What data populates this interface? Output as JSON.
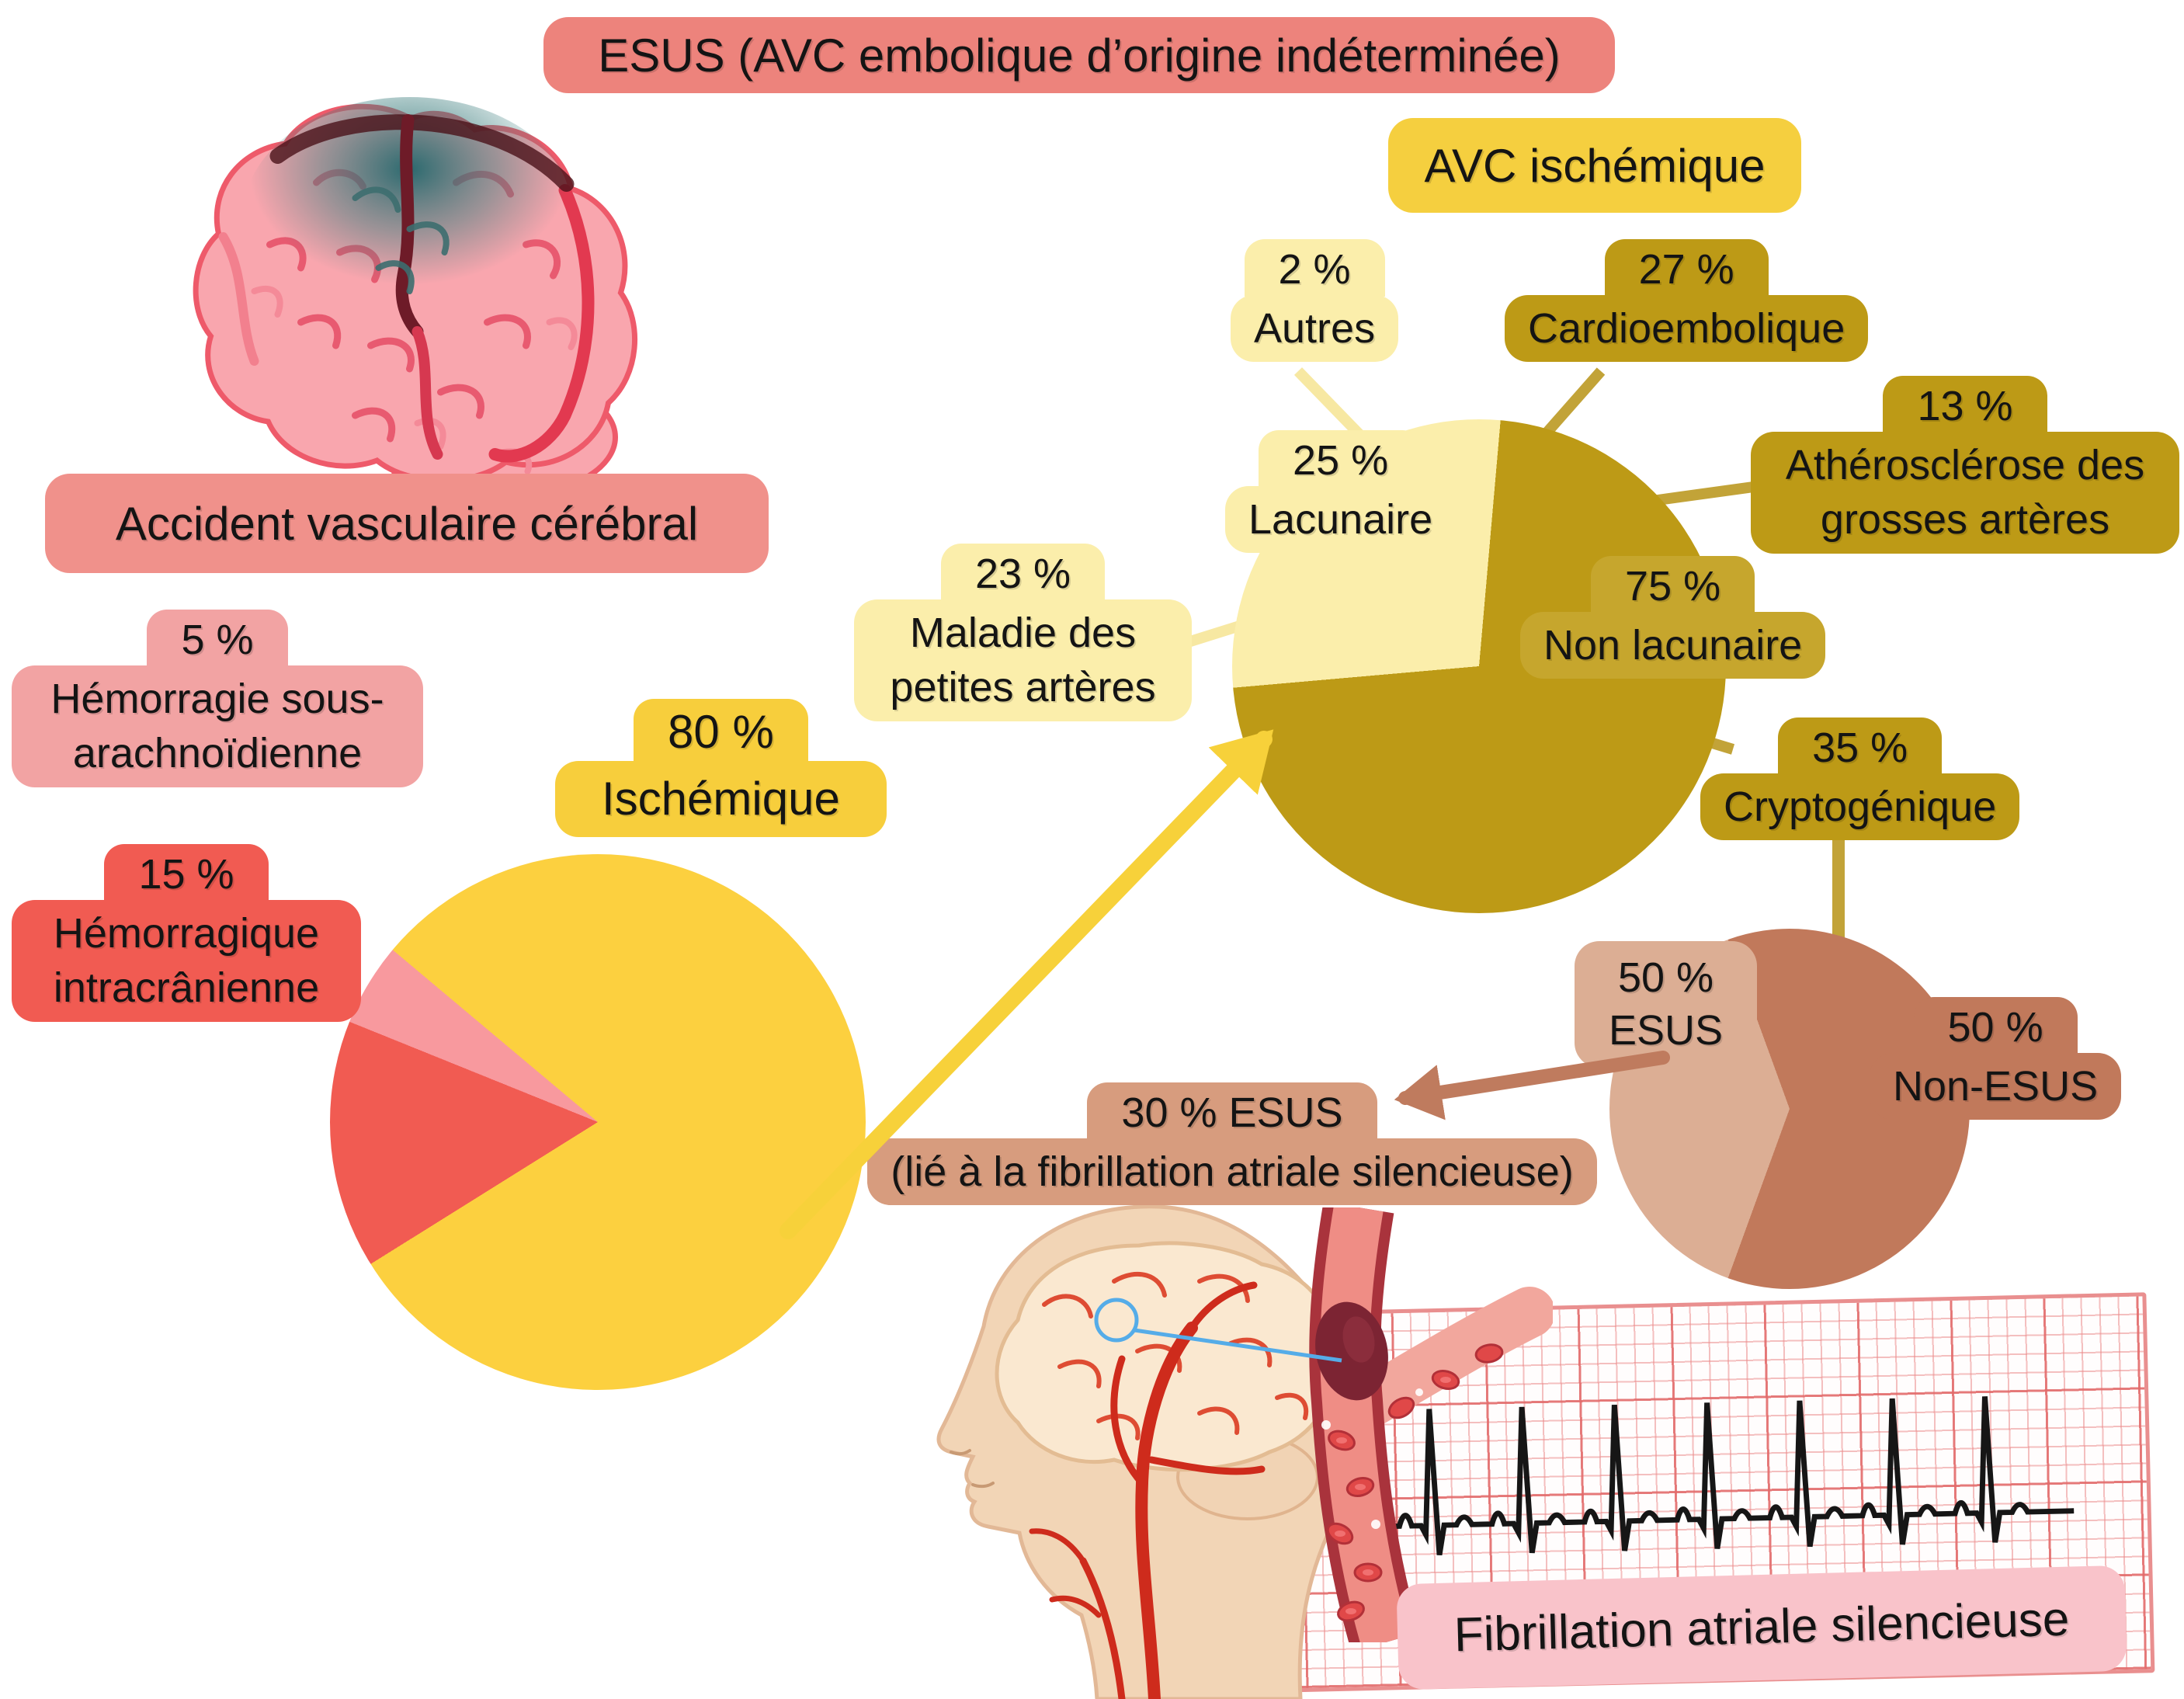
{
  "title": "ESUS (AVC embolique d’origine indéterminée)",
  "labels": {
    "avc": "Accident vasculaire cérébral",
    "avc_ischemique": "AVC ischémique",
    "fibrillation": "Fibrillation atriale silencieuse"
  },
  "callouts": {
    "sous_arachnoidienne": {
      "pct": "5 %",
      "label": "Hémorragie sous-arachnoïdienne"
    },
    "hemorragique": {
      "pct": "15 %",
      "label": "Hémorragique intracrânienne"
    },
    "ischemique": {
      "pct": "80 %",
      "label": "Ischémique"
    },
    "petites_arteres": {
      "pct": "23 %",
      "label": "Maladie des petites artères"
    },
    "autres": {
      "pct": "2 %",
      "label": "Autres"
    },
    "cardioembolique": {
      "pct": "27 %",
      "label": "Cardioembolique"
    },
    "atherosclerose": {
      "pct": "13 %",
      "label": "Athérosclérose des grosses artères"
    },
    "lacunaire": {
      "pct": "25 %",
      "label": "Lacunaire"
    },
    "non_lacunaire": {
      "pct": "75 %",
      "label": "Non lacunaire"
    },
    "cryptogenique": {
      "pct": "35 %",
      "label": "Cryptogénique"
    },
    "esus": {
      "pct": "50 %",
      "label": "ESUS"
    },
    "non_esus": {
      "pct": "50 %",
      "label": "Non-ESUS"
    },
    "esus_fa": {
      "pct": "30 % ESUS",
      "label": "(lié à la fibrillation atriale silencieuse)"
    }
  },
  "colors": {
    "salmon_banner": "#ED837C",
    "salmon_label": "#F0918B",
    "pink_light": "#F2A3A3",
    "red": "#F15B52",
    "pink_slice": "#F8999E",
    "yellow_pie": "#FCD03F",
    "yellow_banner": "#F7CE3C",
    "pale_yellow": "#FBEEAB",
    "gold": "#BD9A16",
    "gold_light": "#C6A62D",
    "terracotta": "#C1795B",
    "tan": "#DCAE94",
    "tan_banner": "#D79C7E",
    "pink_fibrillation": "#F9C3CA",
    "ecg_trace": "#161616"
  },
  "chart_data": [
    {
      "type": "pie",
      "title": "Accident vasculaire cérébral",
      "labels": [
        "Ischémique",
        "Hémorragique intracrânienne",
        "Hémorragie sous-arachnoïdienne"
      ],
      "values": [
        80,
        15,
        5
      ],
      "unit": "%",
      "colors": [
        "#FCD03F",
        "#F15B52",
        "#F8999E"
      ]
    },
    {
      "type": "pie",
      "title": "AVC ischémique",
      "labels": [
        "Non lacunaire",
        "Lacunaire"
      ],
      "values": [
        75,
        25
      ],
      "unit": "%",
      "colors": [
        "#BD9A16",
        "#FBEEAB"
      ],
      "annotations": [
        {
          "label": "Autres",
          "value": 2
        },
        {
          "label": "Cardioembolique",
          "value": 27
        },
        {
          "label": "Athérosclérose des grosses artères",
          "value": 13
        },
        {
          "label": "Maladie des petites artères",
          "value": 23
        },
        {
          "label": "Cryptogénique",
          "value": 35
        }
      ]
    },
    {
      "type": "pie",
      "title": "Cryptogénique",
      "labels": [
        "ESUS",
        "Non-ESUS"
      ],
      "values": [
        50,
        50
      ],
      "unit": "%",
      "colors": [
        "#DCAE94",
        "#C1795B"
      ],
      "annotations": [
        {
          "label": "30 % ESUS (lié à la fibrillation atriale silencieuse)",
          "value": 30
        }
      ]
    }
  ]
}
